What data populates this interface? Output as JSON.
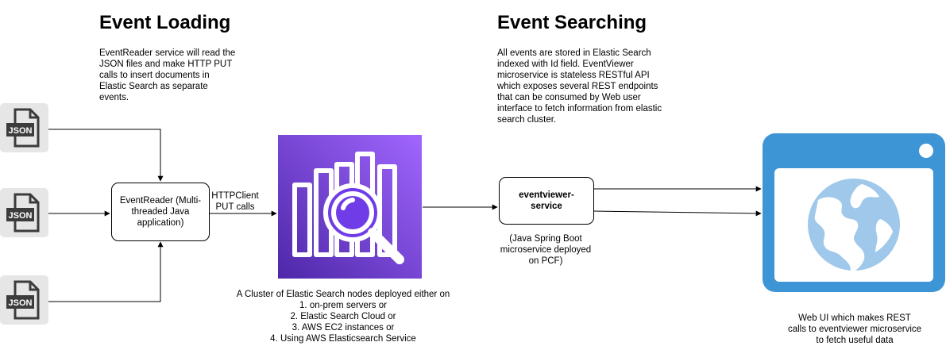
{
  "headings": {
    "loading": "Event Loading",
    "searching": "Event Searching"
  },
  "notes": {
    "loading_desc": "EventReader service will read the\nJSON files and make HTTP PUT\ncalls to insert documents in\nElastic Search as separate\nevents.",
    "searching_desc": "All events are stored in Elastic Search\nindexed with Id field. EventViewer\nmicroservice is stateless RESTful API\nwhich exposes several REST endpoints\nthat can be consumed by Web user\ninterface to fetch information from elastic\nsearch cluster.",
    "http_label": "HTTPClient\nPUT calls",
    "cluster_desc": "A Cluster of Elastic Search nodes deployed either on\n1. on-prem servers or\n2. Elastic Search Cloud or\n3. AWS EC2 instances or\n4. Using AWS Elasticsearch Service",
    "service_desc": "(Java Spring Boot\nmicroservice deployed\non PCF)",
    "webui_desc": "Web UI which makes REST\ncalls to eventviewer microservice\nto fetch useful data"
  },
  "nodes": {
    "event_reader": "EventReader (Multi-\nthreaded Java\napplication)",
    "eventviewer_service": "eventviewer-\nservice"
  },
  "file_icons": [
    {
      "label": "JSON"
    },
    {
      "label": "JSON"
    },
    {
      "label": "JSON"
    }
  ],
  "colors": {
    "elastic_gradient_top": "#8b5cf6",
    "elastic_gradient_bottom": "#5a2fd6",
    "browser_blue": "#3d95d6",
    "globe_light": "#9fc8ea",
    "file_bg": "#e6e6e6",
    "file_dark": "#3c3c3c"
  },
  "icons": {
    "file": "json-file-icon",
    "elastic": "elasticsearch-service-icon",
    "browser": "web-browser-icon"
  }
}
